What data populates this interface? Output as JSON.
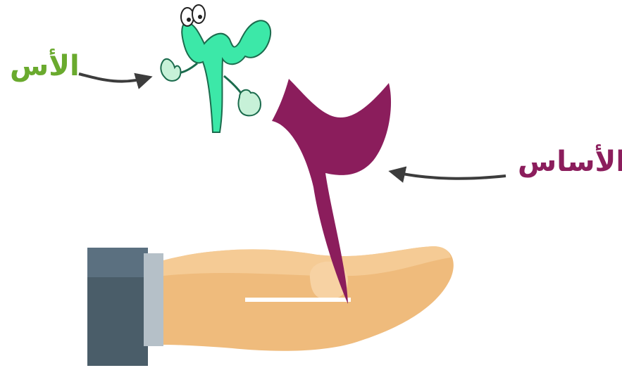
{
  "labels": {
    "exponent": "الأس",
    "base": "الأساس"
  },
  "figures": {
    "exponent_digit": "٣",
    "base_digit": "٢"
  },
  "colors": {
    "exponent_label": "#6aaa2e",
    "base_label": "#8b1d5c",
    "exponent_digit": "#3ce8a8",
    "base_digit": "#8b1d5c",
    "hand_skin": "#efbb7c",
    "sleeve": "#4a5d69",
    "cuff": "#b5c0c8",
    "arrow": "#3c3c3c"
  }
}
